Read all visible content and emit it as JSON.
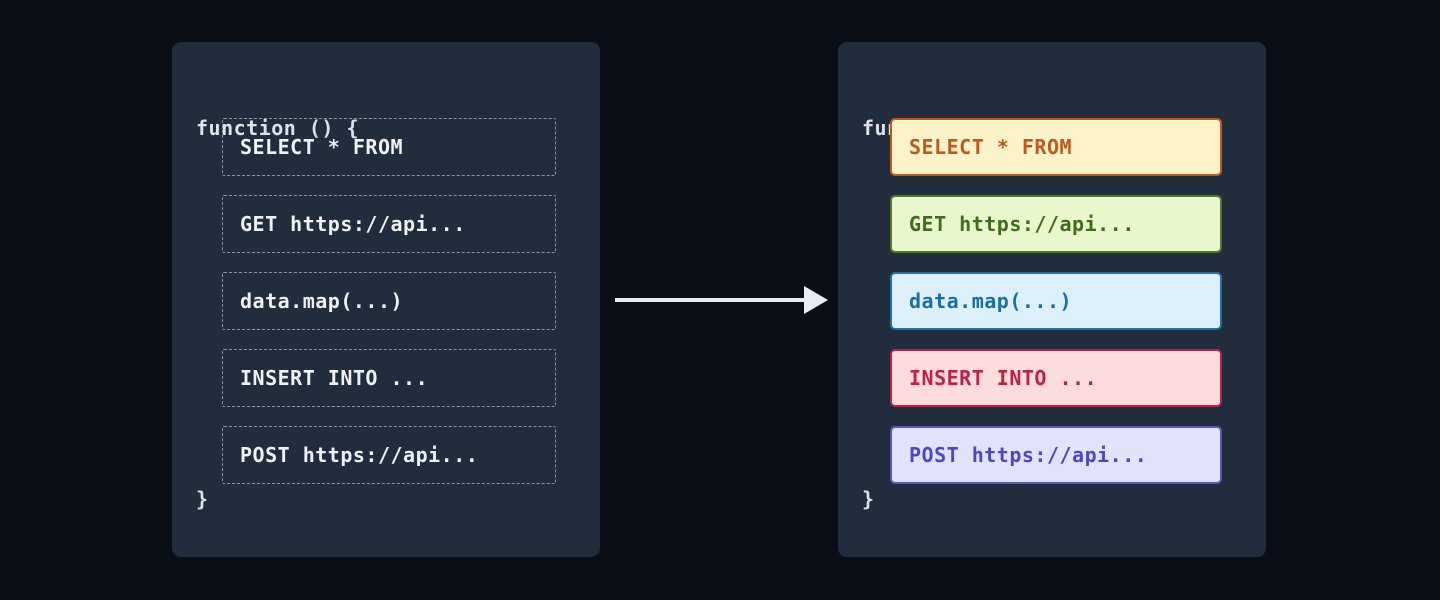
{
  "theme": {
    "page_bg": "#0a0e17",
    "panel_bg": "#212c3c",
    "code_text": "#dde2ea",
    "block_text": "#eef1f6",
    "dashed_border": "#8a94a4",
    "arrow_color": "#e8ebf1"
  },
  "arrow": {
    "icon": "right-arrow",
    "direction": "right"
  },
  "left_panel": {
    "function_open": "function () {",
    "function_close": "}",
    "blocks": [
      {
        "label": "SELECT * FROM"
      },
      {
        "label": "GET https://api..."
      },
      {
        "label": "data.map(...)"
      },
      {
        "label": "INSERT INTO ..."
      },
      {
        "label": "POST https://api..."
      }
    ]
  },
  "right_panel": {
    "function_open": "function () {",
    "function_close": "}",
    "blocks": [
      {
        "label": "SELECT * FROM",
        "bg": "#fdf3c8",
        "border": "#c2581d",
        "text": "#c2581d"
      },
      {
        "label": "GET https://api...",
        "bg": "#e9f8cc",
        "border": "#4a7a2a",
        "text": "#3f6d1d"
      },
      {
        "label": "data.map(...)",
        "bg": "#ddeffa",
        "border": "#2070a6",
        "text": "#1570a6"
      },
      {
        "label": "INSERT INTO ...",
        "bg": "#fcdcdc",
        "border": "#c01f4a",
        "text": "#c01f4a"
      },
      {
        "label": "POST https://api...",
        "bg": "#e2e2fb",
        "border": "#5a54c9",
        "text": "#4d46c8"
      }
    ]
  }
}
